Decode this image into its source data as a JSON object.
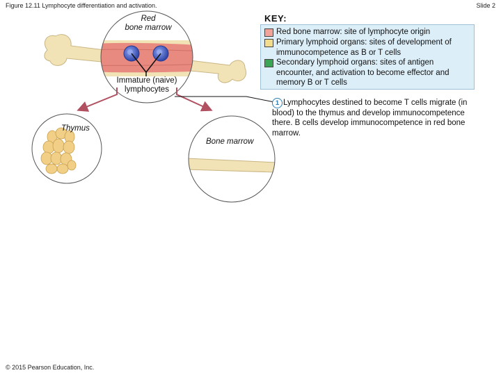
{
  "header": {
    "figure_title": "Figure 12.11 Lymphocyte differentiation and activation.",
    "slide_number": "Slide 2"
  },
  "labels": {
    "red_bone_marrow": "Red\nbone marrow",
    "immature_lymphocytes": "Immature (naive)\nlymphocytes",
    "thymus": "Thymus",
    "bone_marrow": "Bone marrow"
  },
  "key": {
    "title": "KEY:",
    "items": [
      {
        "color": "#f2a39a",
        "text": "Red bone marrow: site of lymphocyte origin"
      },
      {
        "color": "#f3dc8c",
        "text": "Primary lymphoid organs: sites of development of immunocompetence as B or T cells"
      },
      {
        "color": "#3aa655",
        "text": "Secondary lymphoid organs: sites of antigen encounter, and activation to become effector and memory B or T cells"
      }
    ]
  },
  "step": {
    "number": "1",
    "text": "Lymphocytes destined to become T cells migrate (in blood) to the thymus and develop immunocompetence there. B cells develop immunocompetence in red bone marrow."
  },
  "colors": {
    "arrow": "#b05060",
    "bone": "#f1e3b6",
    "marrow": "#e88a80",
    "cell": "#4a63c4",
    "thymus": "#f1cf86"
  },
  "footer": {
    "copyright": "© 2015 Pearson Education, Inc."
  }
}
